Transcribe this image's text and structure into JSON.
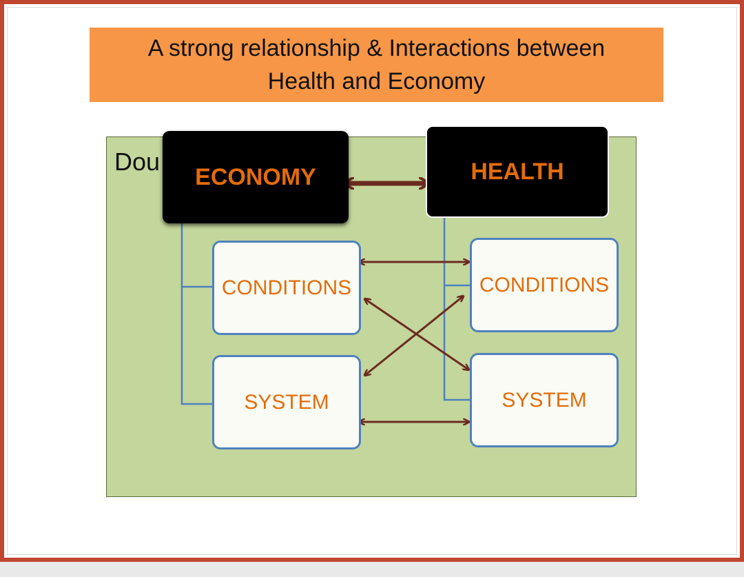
{
  "title": {
    "line1": "A strong relationship & Interactions between",
    "line2": "Health and Economy"
  },
  "placeholder": "Dou              text",
  "nodes": {
    "economy": "ECONOMY",
    "health": "HEALTH",
    "economy_conditions": "CONDITIONS",
    "economy_system": "SYSTEM",
    "health_conditions": "CONDITIONS",
    "health_system": "SYSTEM"
  },
  "colors": {
    "banner": "#f79646",
    "node_text": "#e36c0a",
    "canvas": "#c3d69b",
    "connector": "#4f81bd",
    "arrow": "#6b2a1f",
    "frame": "#c0462f"
  }
}
